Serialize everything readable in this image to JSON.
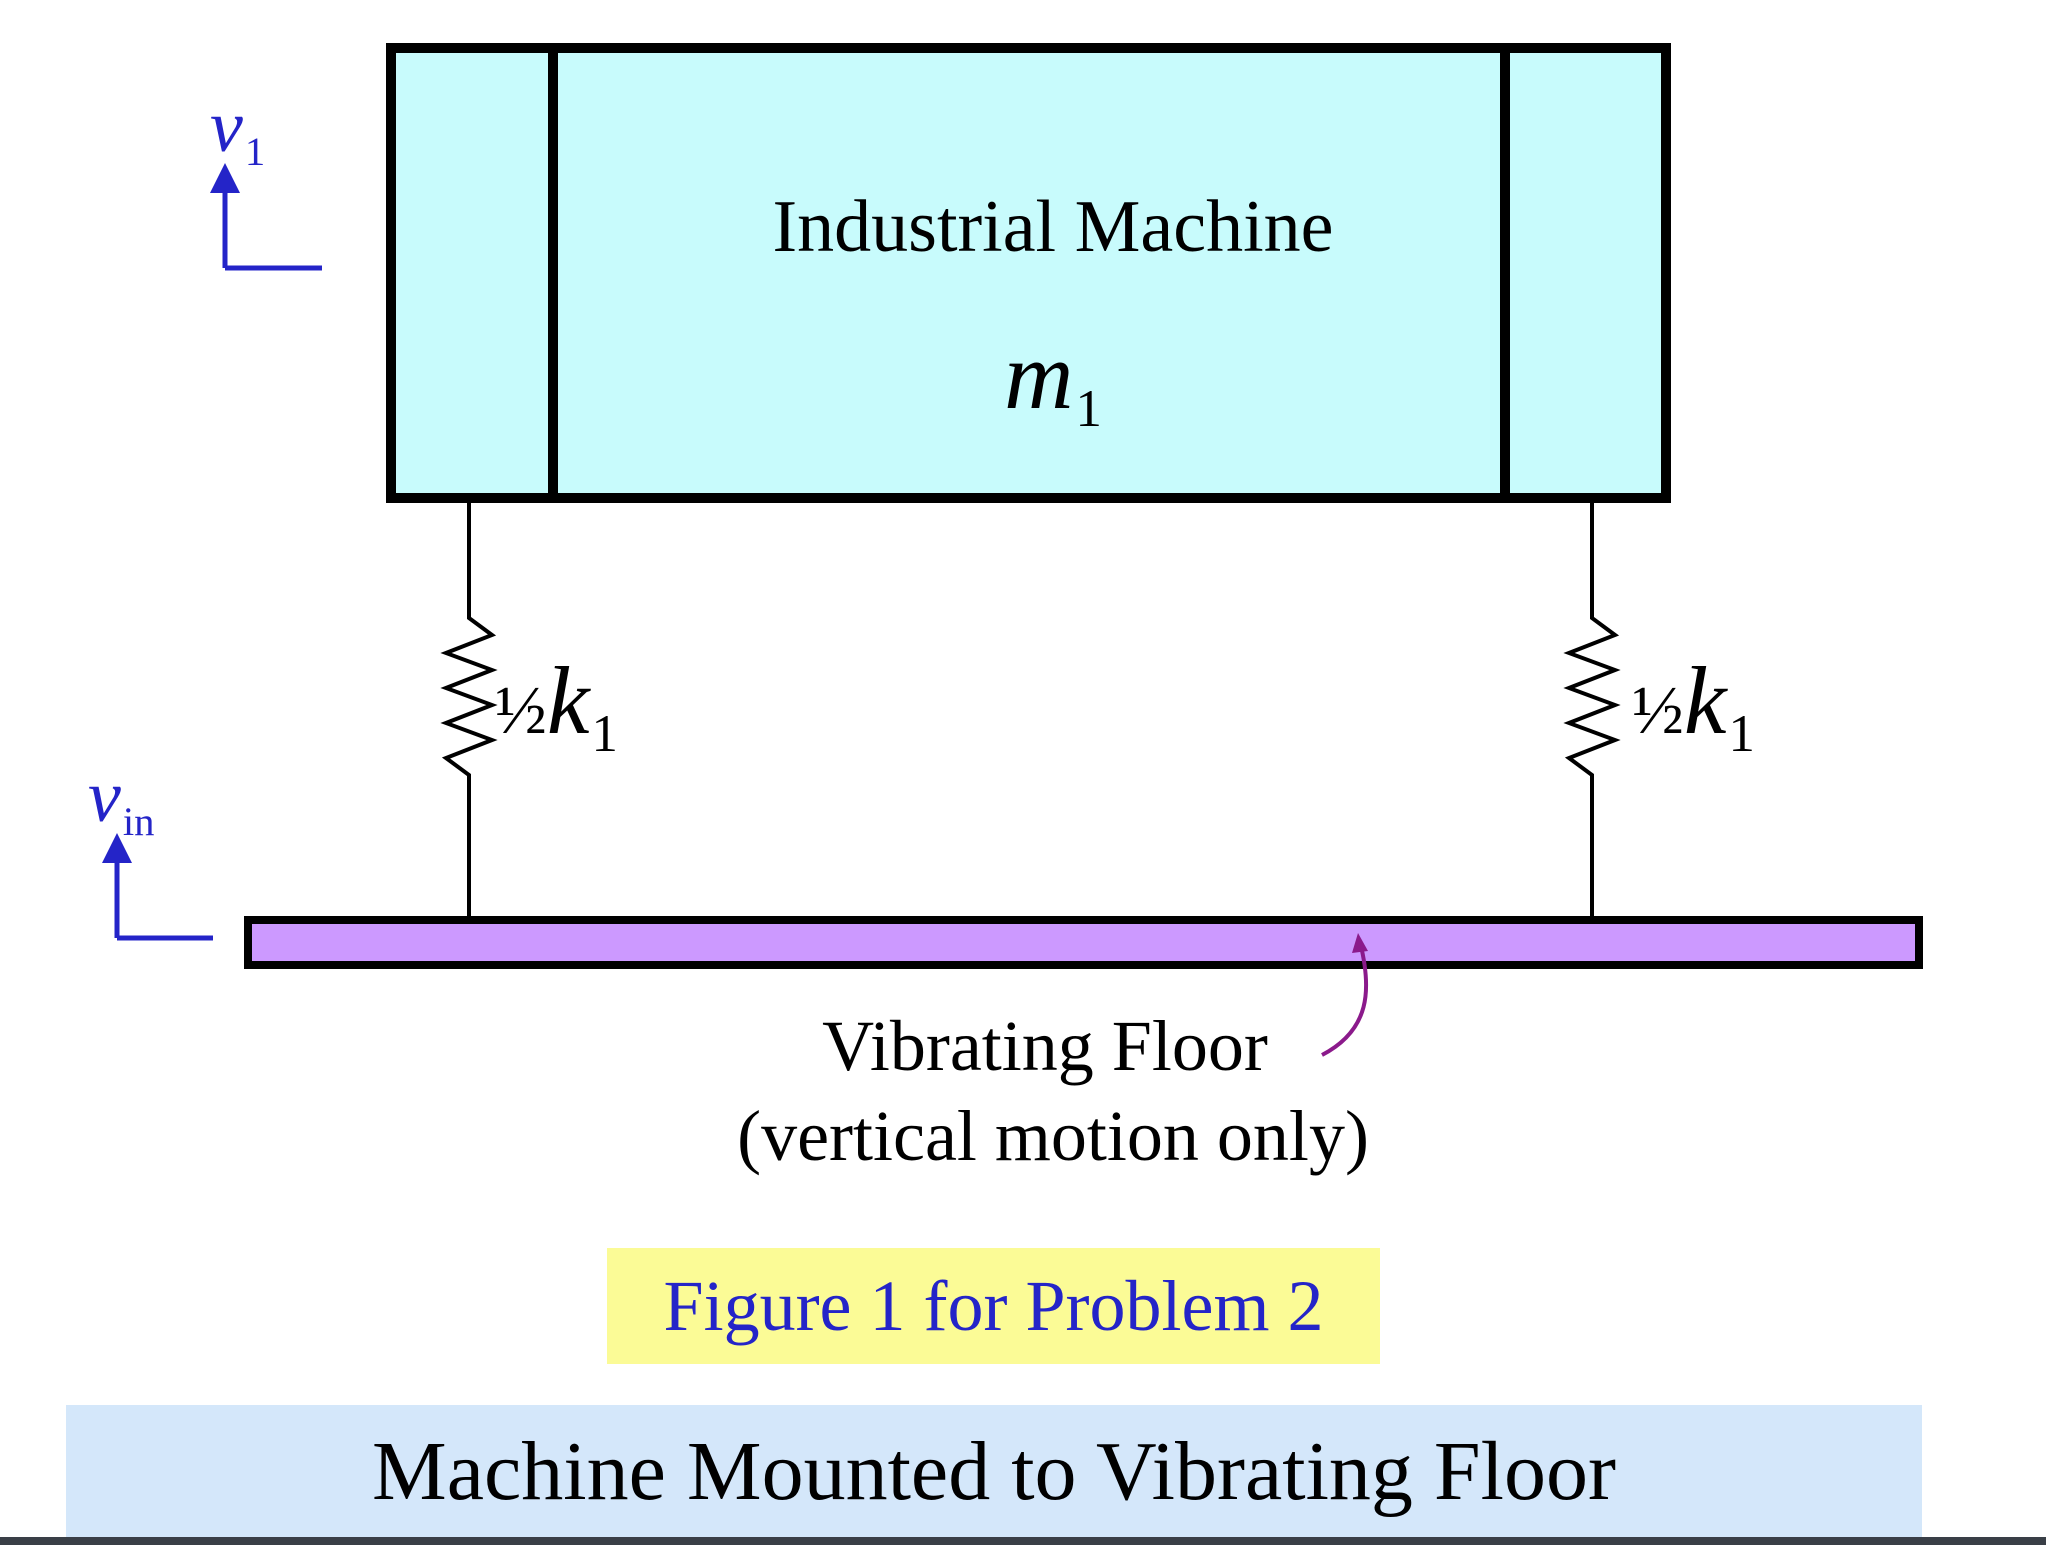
{
  "machine": {
    "title": "Industrial Machine",
    "mass_symbol": "m",
    "mass_subscript": "1",
    "fill_color": "#c8fbfc"
  },
  "springs": {
    "left": {
      "fraction": "½",
      "symbol": "k",
      "subscript": "1"
    },
    "right": {
      "fraction": "½",
      "symbol": "k",
      "subscript": "1"
    }
  },
  "velocities": {
    "machine": {
      "symbol": "v",
      "subscript": "1"
    },
    "input": {
      "symbol": "v",
      "subscript": "in"
    },
    "arrow_color": "#2424c8"
  },
  "floor": {
    "label": "Vibrating Floor",
    "note": "(vertical motion only)",
    "fill_color": "#cc99ff",
    "pointer_color": "#8b1a8b"
  },
  "caption": {
    "text": "Figure 1 for Problem 2",
    "bg_color": "#fbfb96",
    "text_color": "#2424c8"
  },
  "slide": {
    "title": "Machine Mounted to Vibrating Floor",
    "bg_color": "#d4e7fa"
  }
}
